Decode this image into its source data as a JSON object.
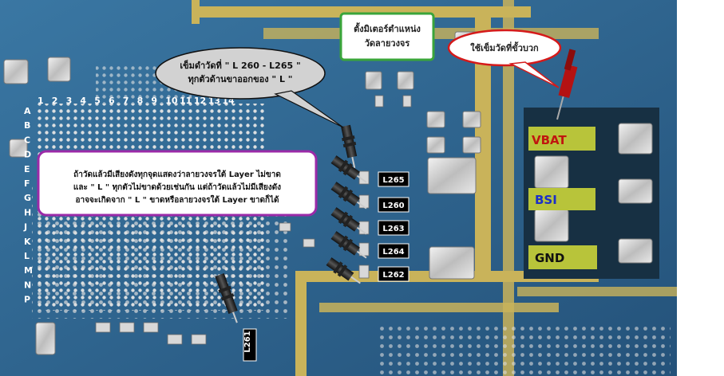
{
  "columns": [
    "1",
    "2",
    "3",
    "4",
    "5",
    "6",
    "7",
    "8",
    "9",
    "10",
    "11",
    "12",
    "13",
    "14"
  ],
  "rows": [
    "A",
    "B",
    "C",
    "D",
    "E",
    "F",
    "G",
    "H",
    "J",
    "K",
    "L",
    "M",
    "N",
    "P"
  ],
  "callouts": {
    "green_box": [
      "ตั้งมิเตอร์ตำแหน่ง",
      "วัดลายวงจร"
    ],
    "red_oval": "ใช้เข็มวัดที่ขั้วบวก",
    "grey_oval": [
      "เข็มดำวัดที่  \" L 260 - L265 \"",
      "ทุกตัวด้านขาออกของ \" L \""
    ],
    "purple_box": [
      "ถ้าวัดแล้วมีเสียงดังทุกจุดแสดงว่าลายวงจรใต้ Layer ไม่ขาด",
      "และ \" L \" ทุกตัวไม่ขาดด้วยเช่นกัน แต่ถ้าวัดแล้วไม่มีเสียงดัง",
      "อาจจะเกิดจาก \" L \" ขาดหรือลายวงจรใต้ Layer ขาดก็ได้"
    ]
  },
  "tags": [
    "L265",
    "L260",
    "L263",
    "L264",
    "L262",
    "L261"
  ],
  "pads": {
    "vbat": "VBAT",
    "bsi": "BSI",
    "gnd": "GND"
  },
  "colors": {
    "board": "#2b5f86",
    "trace": "#c9b35a",
    "vbat": "#c0160f",
    "bsi": "#1a2fc8",
    "gnd": "#111111",
    "pad_bg": "#b8c43a"
  }
}
